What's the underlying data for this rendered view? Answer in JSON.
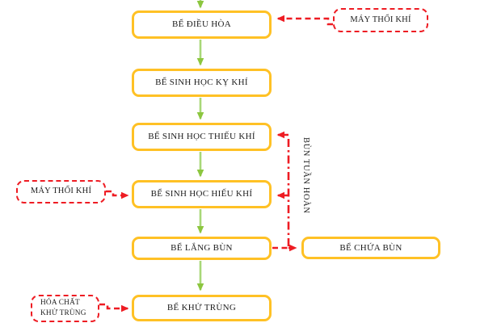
{
  "diagram": {
    "title_hint": "wastewater-treatment-process-flowchart",
    "main_flow": [
      {
        "label": "BỂ ĐIỀU HÒA"
      },
      {
        "label": "BỂ SINH HỌC KỴ KHÍ"
      },
      {
        "label": "BỂ SINH HỌC THIẾU KHÍ"
      },
      {
        "label": "BỂ SINH HỌC HIẾU KHÍ"
      },
      {
        "label": "BỂ LẮNG BÙN"
      },
      {
        "label": "BỂ KHỬ TRÙNG"
      }
    ],
    "side_nodes": {
      "blower_top": {
        "label": "MÁY THỔI KHÍ"
      },
      "blower_left": {
        "label": "MÁY THỔI KHÍ"
      },
      "chemical": {
        "label_line1": "HÓA CHẤT",
        "label_line2": "KHỬ TRÙNG"
      },
      "sludge_tank": {
        "label": "BỂ CHỨA BÙN"
      }
    },
    "edge_labels": {
      "recirculation": "BÙN TUẦN HOÀN"
    },
    "colors": {
      "tank_border": "#ffc125",
      "aux_border": "#ee1c23",
      "flow_arrow": "#a8d878",
      "flow_arrowhead": "#8cc63f",
      "text": "#1d1d1d"
    }
  }
}
